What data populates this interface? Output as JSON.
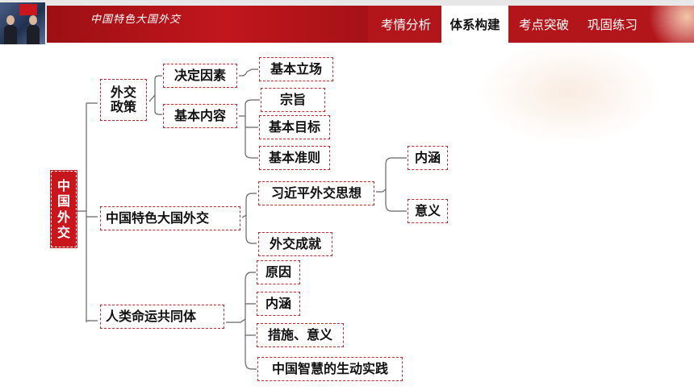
{
  "header": {
    "title": "中国特色大国外交",
    "tabs": [
      "考情分析",
      "体系构建",
      "考点突破",
      "巩固练习"
    ],
    "active_tab": "体系构建",
    "colors": {
      "accent": "#c8161d",
      "dark_accent": "#9c1014"
    }
  },
  "diagram": {
    "root": [
      "中",
      "国",
      "外",
      "交"
    ],
    "branch1": {
      "label": [
        "外交",
        "政策"
      ]
    },
    "factors": "决定因素",
    "content": "基本内容",
    "stance": "基本立场",
    "purpose": "宗旨",
    "goal": "基本目标",
    "principle": "基本准则",
    "branch2": "中国特色大国外交",
    "xi_thought": "习近平外交思想",
    "connotation1": "内涵",
    "meaning1": "意义",
    "achievements": "外交成就",
    "branch3": "人类命运共同体",
    "reason": "原因",
    "connotation2": "内涵",
    "measures": "措施、意义",
    "practice": "中国智慧的生动实践"
  }
}
